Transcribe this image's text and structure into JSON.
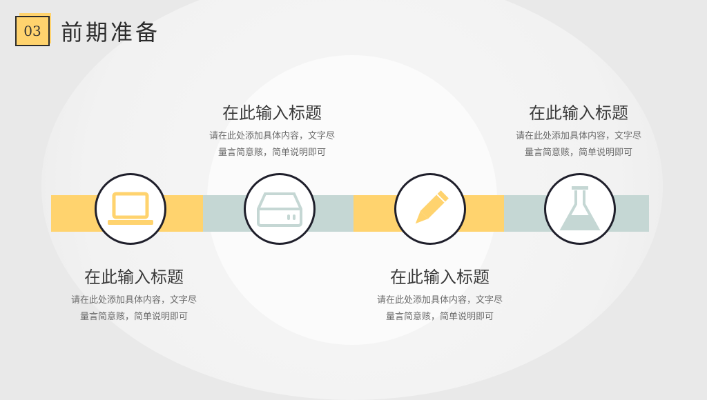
{
  "header": {
    "number": "03",
    "title": "前期准备"
  },
  "colors": {
    "accent_yellow": "#ffd36e",
    "accent_gray": "#c5d7d4",
    "outline": "#1f1f2b"
  },
  "items": [
    {
      "title": "在此输入标题",
      "desc_line1": "请在此处添加具体内容，文字尽",
      "desc_line2": "量言简意赅，简单说明即可",
      "icon": "laptop-icon"
    },
    {
      "title": "在此输入标题",
      "desc_line1": "请在此处添加具体内容，文字尽",
      "desc_line2": "量言简意赅，简单说明即可",
      "icon": "hard-drive-icon"
    },
    {
      "title": "在此输入标题",
      "desc_line1": "请在此处添加具体内容，文字尽",
      "desc_line2": "量言简意赅，简单说明即可",
      "icon": "pencil-icon"
    },
    {
      "title": "在此输入标题",
      "desc_line1": "请在此处添加具体内容，文字尽",
      "desc_line2": "量言简意赅，简单说明即可",
      "icon": "flask-icon"
    }
  ]
}
